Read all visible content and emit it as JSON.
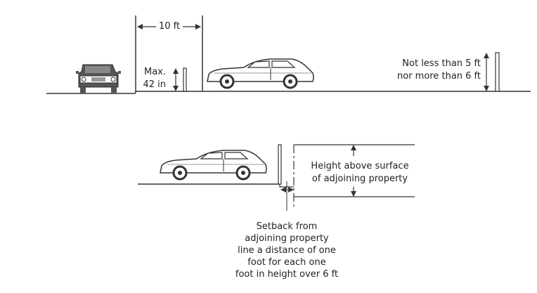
{
  "diagram": {
    "dim_10ft": "10 ft",
    "max_label": [
      "Max.",
      "42 in"
    ],
    "fence_height_label": [
      "Not less than 5 ft",
      "nor more than 6 ft"
    ],
    "height_above_label": [
      "Height above surface",
      "of adjoining property"
    ],
    "setback_label": [
      "Setback from",
      "adjoining property",
      "line a distance of one",
      "foot for each one",
      "foot in height over 6 ft"
    ]
  },
  "colors": {
    "line": "#333333",
    "car_fill": "#ffffff",
    "truck_fill": "#555555",
    "text": "#222222"
  }
}
